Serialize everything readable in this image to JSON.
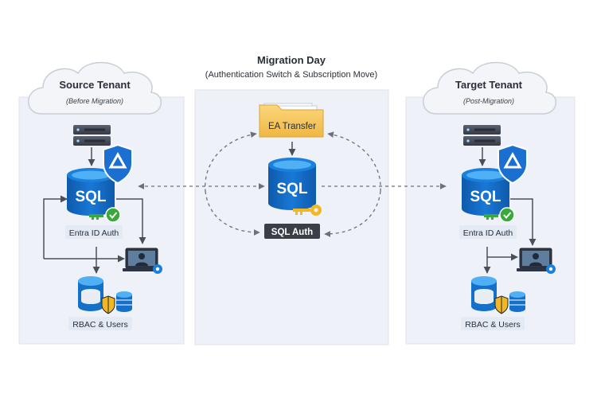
{
  "colors": {
    "panel_bg": "#eef1f7",
    "panel_border": "#d6dbe5",
    "sql_blue": "#1570c9",
    "sql_dark": "#0d4f96",
    "shield_blue": "#1a6fd0",
    "check_green": "#3aa83a",
    "key_gold": "#f2b824",
    "folder_yellow": "#f6c65a",
    "arrow_gray": "#5a6270",
    "label_box": "#e3eaf4",
    "dark_box": "#3a3f47"
  },
  "diagram": {
    "center": {
      "title": "Migration Day",
      "subtitle": "(Authentication Switch & Subscription Move)",
      "folder_label": "EA Transfer",
      "sql_text": "SQL",
      "auth_label": "SQL Auth"
    },
    "source": {
      "title": "Source Tenant",
      "subtitle": "(Before Migration)",
      "sql_text": "SQL",
      "auth_label": "Entra ID Auth",
      "rbac_label": "RBAC & Users"
    },
    "target": {
      "title": "Target Tenant",
      "subtitle": "(Post-Migration)",
      "sql_text": "SQL",
      "auth_label": "Entra ID Auth",
      "rbac_label": "RBAC & Users"
    }
  }
}
